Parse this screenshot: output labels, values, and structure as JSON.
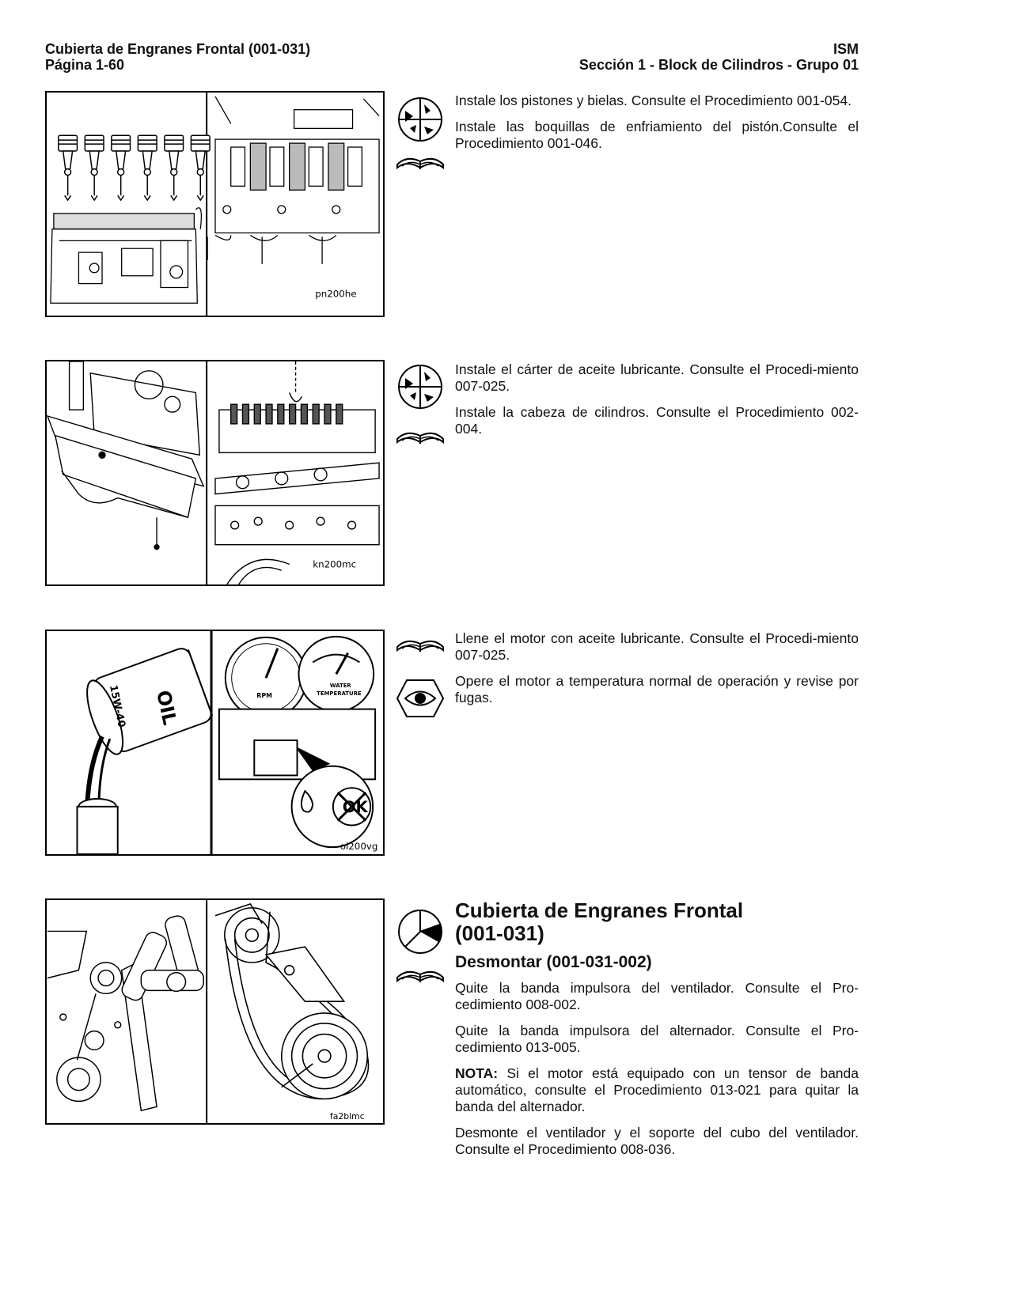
{
  "header": {
    "left_line1": "Cubierta de Engranes Frontal (001-031)",
    "left_line2": "Página 1-60",
    "right_line1": "ISM",
    "right_line2": "Sección 1 - Block de Cilindros - Grupo 01"
  },
  "figures": [
    {
      "code": "pn200he"
    },
    {
      "code": "kn200mc"
    },
    {
      "code": "oi200vg"
    },
    {
      "code": "fa2blmc"
    }
  ],
  "block1": {
    "p1": "Instale los pistones y bielas. Consulte el Procedimiento 001-054.",
    "p2": "Instale las boquillas de enfriamiento del pistón.Consulte el Procedimiento 001-046."
  },
  "block2": {
    "p1": "Instale el cárter de aceite lubricante. Consulte el Procedi-miento 007-025.",
    "p2": "Instale la cabeza de cilindros. Consulte el Procedimiento 002-004."
  },
  "block3": {
    "p1": "Llene el motor con aceite lubricante. Consulte el Procedi-miento 007-025.",
    "p2": "Opere el motor a temperatura normal de operación y revise por fugas."
  },
  "block4": {
    "title": "Cubierta de Engranes Frontal (001-031)",
    "subtitle": "Desmontar (001-031-002)",
    "p1": "Quite la banda impulsora del ventilador. Consulte el Pro-cedimiento 008-002.",
    "p2": "Quite la banda impulsora del alternador. Consulte el Pro-cedimiento 013-005.",
    "note_label": "NOTA:",
    "note_text": " Si el motor está equipado con un tensor de banda automático, consulte el Procedimiento 013-021 para quitar la banda del alternador.",
    "p3": "Desmonte el ventilador y el soporte del cubo del ventilador. Consulte el Procedimiento 008-036."
  },
  "gauge_labels": {
    "rpm": "RPM",
    "water": "WATER",
    "temperature": "TEMPERATURE",
    "ok": "OK",
    "oil": "OIL",
    "bottle_code": "15W-40"
  },
  "icons": [
    "tools-icon",
    "manual-icon",
    "eye-icon",
    "pie-chart-icon"
  ]
}
